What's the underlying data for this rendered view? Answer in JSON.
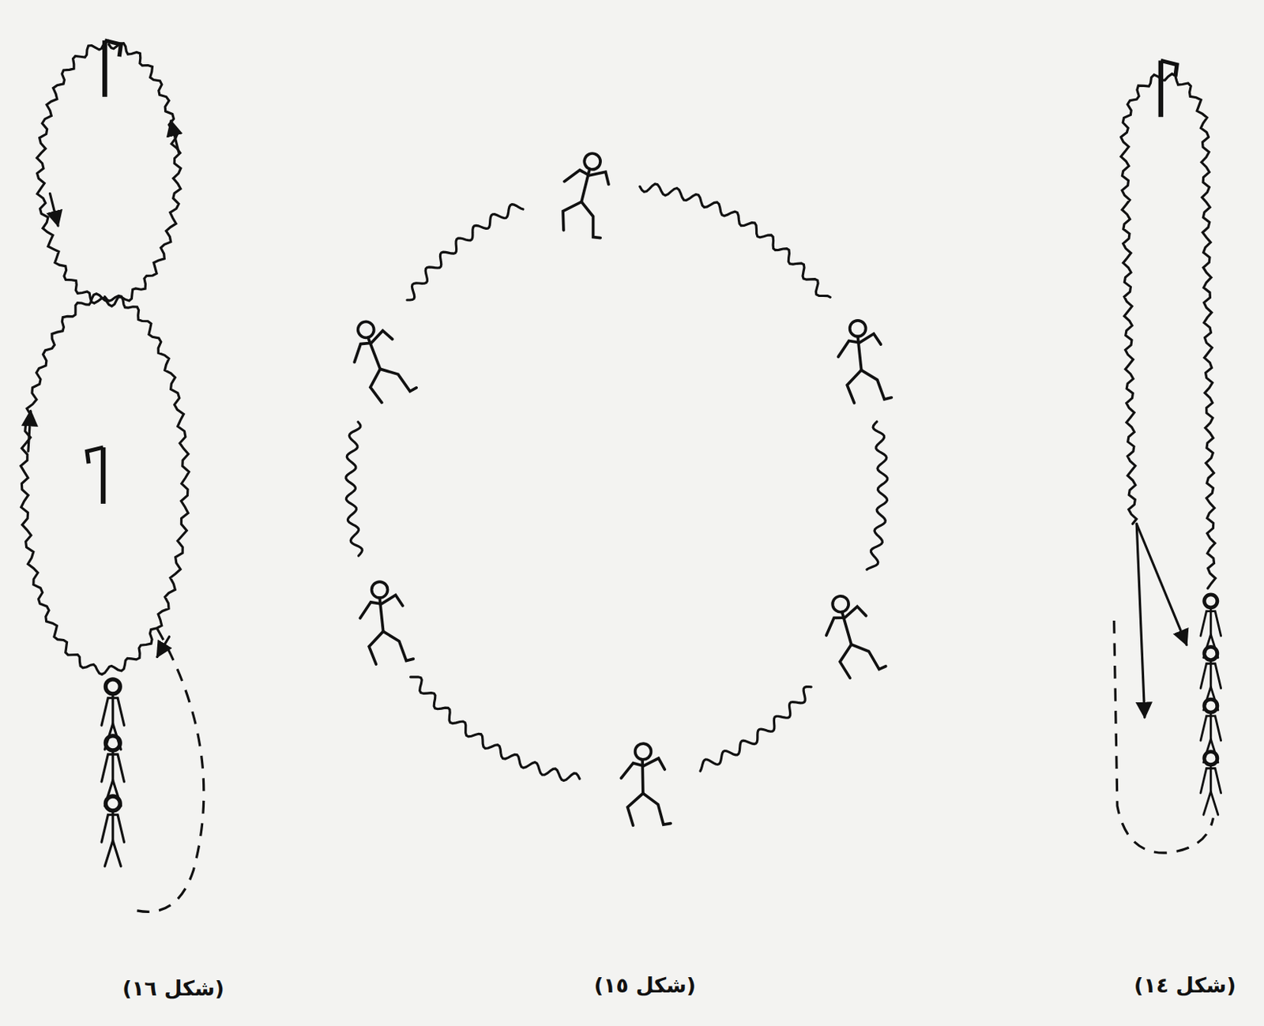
{
  "diagram": {
    "labels": [
      "(شكل ١٤)",
      "(شكل ١٥)",
      "(شكل ١٦)"
    ]
  }
}
